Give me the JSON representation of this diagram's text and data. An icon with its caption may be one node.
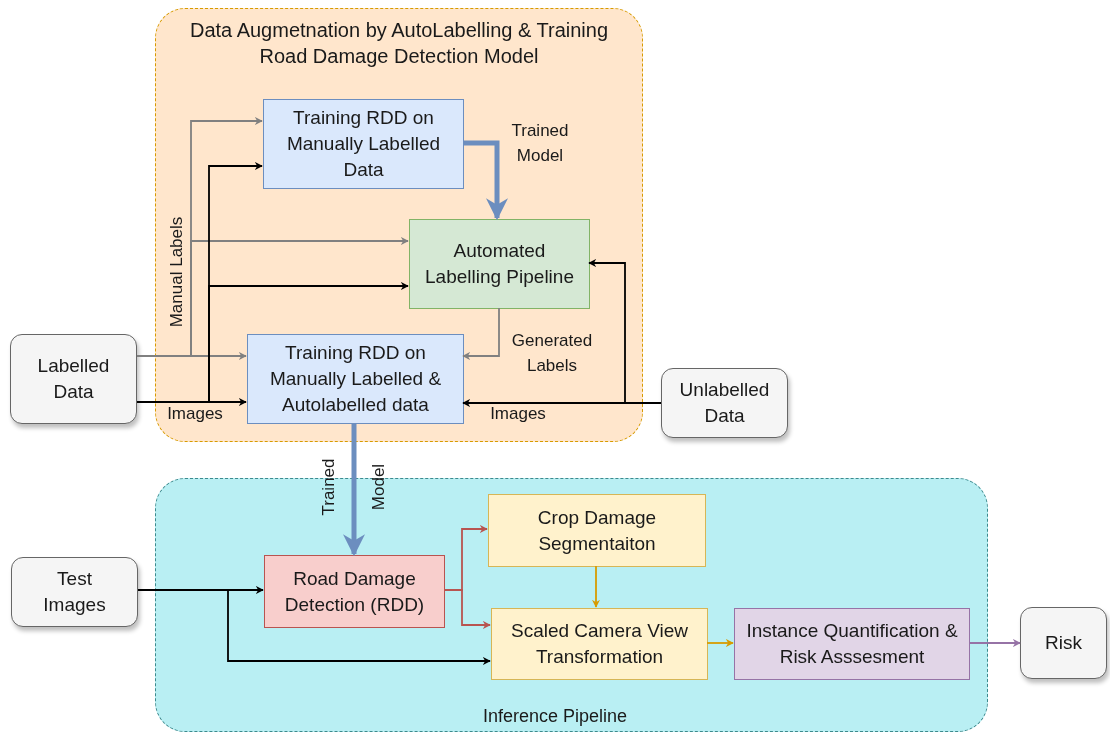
{
  "diagram": {
    "nodes": [
      {
        "text": [
          "Data Augmetnation by AutoLabelling & Training Road Damage Detection Model"
        ]
      },
      {
        "text": [
          "Training RDD on Manually Labelled Data"
        ],
        "in": 0
      },
      {
        "text": [
          "Automated Labelling Pipeline"
        ],
        "in": 0
      },
      {
        "text": [
          "Training RDD on Manually Labelled & Autolabelled data"
        ],
        "in": 0
      },
      {
        "text": [
          "Labelled Data"
        ]
      },
      {
        "text": [
          "Unlabelled Data"
        ]
      },
      {
        "text": [
          "Inference Pipeline"
        ]
      },
      {
        "text": [
          "Crop Damage Segmentaiton"
        ],
        "in": 6
      },
      {
        "text": [
          "Test Images"
        ]
      },
      {
        "text": [
          "Road Damage Detection (RDD)"
        ],
        "in": 6
      },
      {
        "text": [
          "Scaled Camera View Transformation"
        ],
        "in": 6
      },
      {
        "text": [
          "Instance Quantification & Risk Asssesment"
        ],
        "in": 6
      },
      {
        "text": [
          "Risk"
        ]
      }
    ],
    "edges": [
      {
        "from": 4,
        "to": 1,
        "arrow": "to",
        "color": "#808080",
        "label": "Manual Labels"
      },
      {
        "from": 4,
        "to": 2,
        "arrow": "to",
        "color": "#808080"
      },
      {
        "from": 4,
        "to": 3,
        "arrow": "to",
        "color": "#808080"
      },
      {
        "from": 4,
        "to": 1,
        "arrow": "to"
      },
      {
        "from": 4,
        "to": 2,
        "arrow": "to"
      },
      {
        "from": 4,
        "to": 3,
        "arrow": "to",
        "label": "Images"
      },
      {
        "from": 1,
        "to": 2,
        "arrow": "to",
        "style": "thick",
        "color": "#6c8ebf",
        "label": "Trained Model"
      },
      {
        "from": 2,
        "to": 3,
        "arrow": "to",
        "color": "#808080",
        "label": "Generated Labels"
      },
      {
        "from": 5,
        "to": 3,
        "arrow": "to",
        "label": "Images"
      },
      {
        "from": 5,
        "to": 2,
        "arrow": "to"
      },
      {
        "from": 3,
        "to": 9,
        "arrow": "to",
        "style": "thick",
        "color": "#6c8ebf",
        "label": "Trained Model"
      },
      {
        "from": 8,
        "to": 9,
        "arrow": "to"
      },
      {
        "from": 8,
        "to": 10,
        "arrow": "to"
      },
      {
        "from": 9,
        "to": 7,
        "arrow": "to",
        "color": "#b85450"
      },
      {
        "from": 9,
        "to": 10,
        "arrow": "to",
        "color": "#b85450"
      },
      {
        "from": 7,
        "to": 10,
        "arrow": "to",
        "color": "#d79b00"
      },
      {
        "from": 10,
        "to": 11,
        "arrow": "to",
        "color": "#d79b00"
      },
      {
        "from": 11,
        "to": 12,
        "arrow": "to",
        "color": "#9673a6"
      }
    ]
  }
}
